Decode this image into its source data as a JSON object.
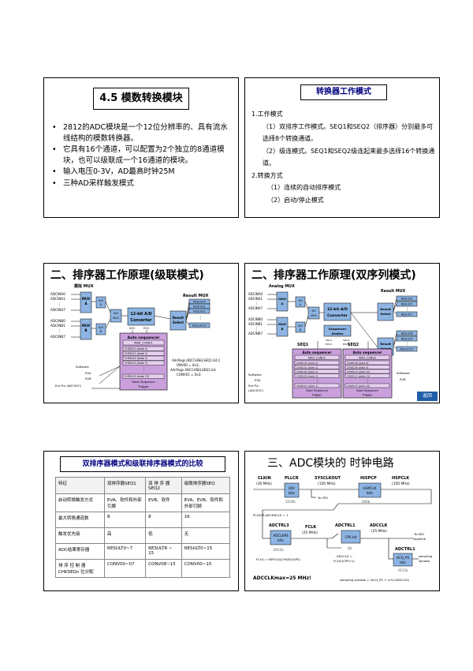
{
  "slide1": {
    "title": "4.5  模数转换模块",
    "bullets": [
      "2812的ADC模块是一个12位分辨率的、具有流水线结构的模数转换器。",
      "它具有16个通道，可以配置为2个独立的8通道模块，也可以级联成一个16通道的模块。",
      "输入电压0-3V，AD最高时钟25M",
      "三种AD采样触发模式"
    ]
  },
  "slide2": {
    "title": "转换器工作模式",
    "lines": [
      "1.工作模式",
      "（1）双排序工作模式。SEQ1和SEQ2（排序器）分别最多可选择8个转换通道。",
      "（2）级连模式。SEQ1和SEQ2级连起来最多选择16个转换通道。",
      "2.转换方式",
      "（1）连续的自动排序模式",
      "（2）启动/停止模式"
    ]
  },
  "slide3": {
    "title": "二、排序器工作原理(级联模式)",
    "labels": {
      "analog_mux": "模拟 MUX",
      "result_mux": "Result MUX",
      "mux": "MUX",
      "a": "A",
      "b": "B",
      "sh": "S/H",
      "converter_l1": "12-bit A/D",
      "converter_l2": "Converter",
      "soc": "SOC",
      "eoc": "EOC",
      "result": "Result",
      "select": "Select",
      "auto_seq": "Auto sequencer",
      "max_conv": "MAX_CONV1",
      "chsel": [
        "CHSEL00 (state 0)",
        "CHSEL01 (state 1)",
        "CHSEL02 (state 2)",
        "CHSEL03 (state 3)"
      ],
      "chsel_last": "CHSEL15 (state 15)",
      "start_l1": "Start Sequence",
      "start_l2": "Trigger",
      "software": "Software",
      "eva": "EVA",
      "evb": "EVB",
      "ext_pin": "Ext Pin (ADCSOC)",
      "code": [
        "AdcRegs.ADCCHSELSEQ1.bit.C",
        "ONV00 = 0x3;.",
        "AdcRegs.ADCCHSELSEQ1.bit.",
        "CONV01 = 0x2;"
      ]
    },
    "inputs": [
      "ADCINA0",
      "ADCINA1",
      "ADCINA7",
      "ADCINB0",
      "ADCINB1",
      "ADCINB7"
    ],
    "results": [
      "RESULT0",
      "RESULT1",
      "RESULT2",
      "RESULT15"
    ]
  },
  "slide4": {
    "title": "二、排序器工作原理(双序列模式)",
    "labels": {
      "analog_mux": "Analog MUX",
      "result_mux": "Result MUX",
      "seq_arb_l1": "Sequencer",
      "seq_arb_l2": "Arbiter",
      "soc1": "SOC1",
      "eoc1": "EOC1",
      "soc2": "SOC2",
      "eoc2": "EOC2",
      "seq1": "SEQ1",
      "seq2": "SEQ2",
      "max_conv1": "MAX_CONV1",
      "max_conv2": "MAX_CONV2",
      "chsel1": [
        "CHSEL00 (state 0)",
        "CHSEL01 (state 1)",
        "CHSEL02 (state 2)",
        "CHSEL03 (state 3)"
      ],
      "chsel1_last": "CHSEL07 (state 7)",
      "chsel2": [
        "CHSEL08 (state 8)",
        "CHSEL09 (state 9)",
        "CHSEL10 (state 10)",
        "CHSEL11 (state 11)"
      ],
      "chsel2_last": "CHSEL15 (state 15)",
      "ext_pin_l1": "Ext Pin",
      "ext_pin_l2": "(ADCSOC)",
      "back": "返回"
    },
    "results": [
      "RESULT0",
      "RESULT1",
      "RESULT7",
      "RESULT8",
      "RESULT9",
      "RESULT15"
    ]
  },
  "slide5": {
    "title": "双排序器模式和级联排序器模式的比较",
    "table": [
      [
        "特征",
        "双排序器SEQ1",
        "双 排 序 器SEQ2",
        "级联排序器SEQ"
      ],
      [
        "启动转换触发方式",
        "EVA、软件和外部引脚",
        "EVB、软件",
        "EVA、EVB、软件和外部引脚"
      ],
      [
        "最大转换通道数",
        "8",
        "8",
        "16"
      ],
      [
        "触发优先级",
        "高",
        "低",
        "无"
      ],
      [
        "ADC结果寄存器",
        "RESULT0~7",
        "RESULT8 ~ 15",
        "RESULT0~15"
      ],
      [
        "排 序 控 制 器 CHKSEQn 位分配",
        "CONV00~07",
        "CONV08~15",
        "CONV00~15"
      ]
    ]
  },
  "slide6": {
    "title": "三、ADC模块的 时钟电路",
    "labels": {
      "clkin_l1": "CLKIN",
      "clkin_l2": "(30 MHz)",
      "pllcr": "PLLCR",
      "div": "DIV",
      "bits": "bits",
      "val_1010b": "1010b",
      "sysclkout_l1": "SYSCLKOUT",
      "sysclkout_l2": "(150 MHz)",
      "to_cpu": "To CPU",
      "hispcp": "HISPCP",
      "hspclk_bits": "HSPCLK",
      "val_000b": "000b",
      "hspclk_l1": "HSPCLK",
      "hspclk_l2": "(150 MHz)",
      "pclkcr": "PCLKCR.ADCENCLK = 1",
      "adctrl3": "ADCTRL3",
      "adcclkps": "ADCLKPS",
      "val_0011b": "0011b",
      "fclk_l1": "FCLK",
      "fclk_l2": "(25 MHz)",
      "adctrl1_a": "ADCTRL1",
      "cps_bit": "CPS bit",
      "val_0b": "0b",
      "adcclk_l1": "ADCCLK",
      "adcclk_l2": "(25 MHz)",
      "to_adc_l1": "To ADC",
      "to_adc_l2": "pipeline",
      "adctrl1_b": "ADCTRL1",
      "acq_ps": "ACQ_PS",
      "val_0111b": "0111b",
      "sampling_l1": "sampling",
      "sampling_l2": "window",
      "fclk_eq": "FCLK = HSPCLK/(2*ADCLKPS)",
      "adcclk_eq_l1": "ADCCLK =",
      "adcclk_eq_l2": "FCLK/(CPS+1)",
      "adcclk_max": "ADCCLKmax=25 MHz!",
      "sampling_eq": "sampling window = (ACQ_PS + 1)*(1/ADCCLK)"
    }
  }
}
